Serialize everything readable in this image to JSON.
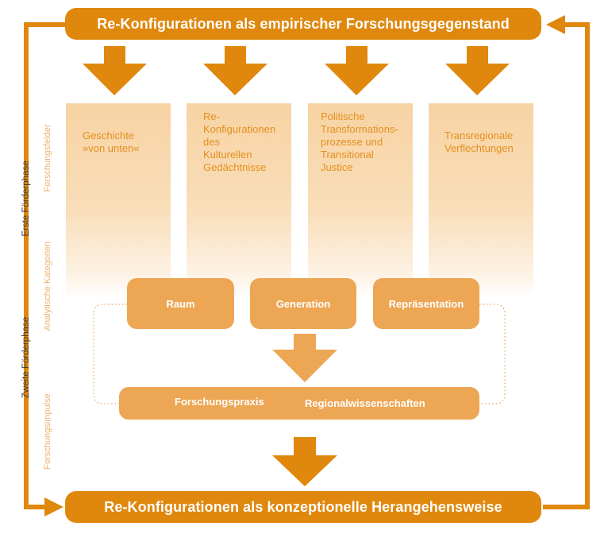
{
  "top_banner": "Re-Konfigurationen als empirischer Forschungsgegenstand",
  "bottom_banner": "Re-Konfigurationen als konzeptionelle Herangehensweise",
  "side_labels": {
    "phase1": "Erste Förderphase",
    "phase2": "Zweite Förderphase",
    "forschungsfelder": "Forschungsfelder",
    "analytische": "Analytische Kategorien",
    "impulse": "Forschungsimpulse"
  },
  "columns": [
    {
      "lines": [
        "Geschichte",
        "»von unten«"
      ]
    },
    {
      "lines": [
        "Re-",
        "Konfigurationen",
        "des",
        "Kulturellen",
        "Gedächtnisse"
      ]
    },
    {
      "lines": [
        "Politische",
        "Transformations-",
        "prozesse und",
        "Transitional",
        "Justice"
      ]
    },
    {
      "lines": [
        "Transregionale",
        "Verflechtungen"
      ]
    }
  ],
  "categories": [
    "Raum",
    "Generation",
    "Repräsentation"
  ],
  "impulses": [
    "Forschungspraxis",
    "Regionalwissenschaften"
  ],
  "colors": {
    "dark_orange": "#e0880e",
    "mid_orange": "#eda654",
    "light_arrow": "#f6c98c",
    "column_fill": "#f8d8ad"
  }
}
